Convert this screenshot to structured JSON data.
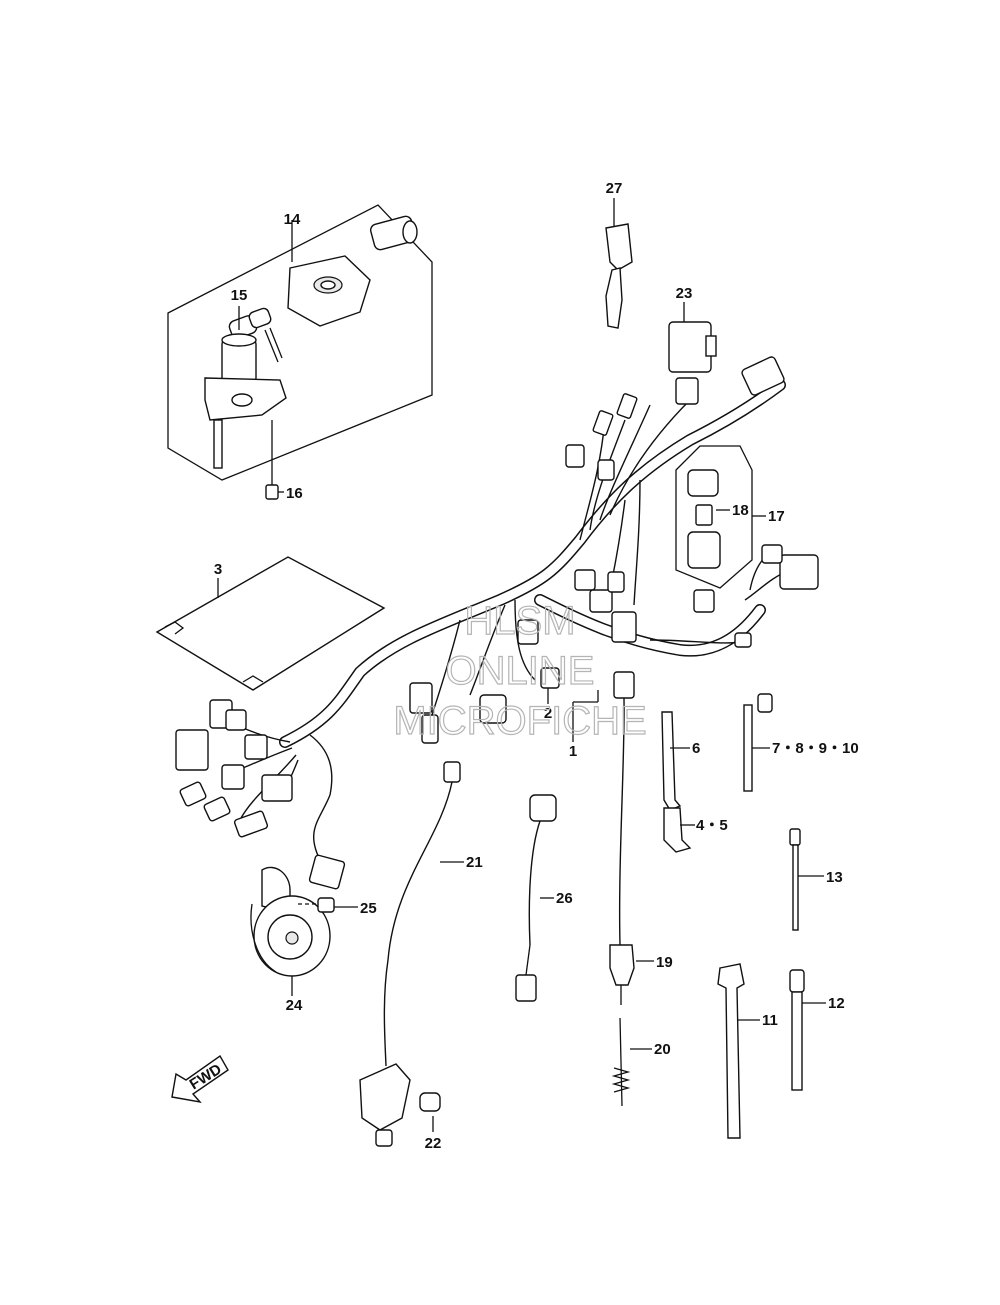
{
  "watermark": {
    "line1": "HLSM",
    "line2": "ONLINE",
    "line3": "MICROFICHE"
  },
  "callouts": {
    "p1": "1",
    "p2": "2",
    "p3": "3",
    "p4_5": "4・5",
    "p6": "6",
    "p7_10": "7・8・9・10",
    "p11": "11",
    "p12": "12",
    "p13": "13",
    "p14": "14",
    "p15": "15",
    "p16": "16",
    "p17": "17",
    "p18": "18",
    "p19": "19",
    "p20": "20",
    "p21": "21",
    "p22": "22",
    "p23": "23",
    "p24": "24",
    "p25": "25",
    "p26": "26",
    "p27": "27"
  },
  "fwd_arrow": {
    "label": "FWD"
  }
}
